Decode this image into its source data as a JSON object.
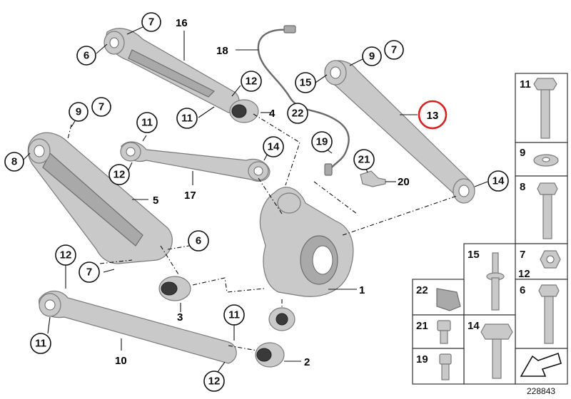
{
  "callouts": [
    {
      "id": "c7a",
      "label": "7"
    },
    {
      "id": "c16",
      "label": "16"
    },
    {
      "id": "c6a",
      "label": "6"
    },
    {
      "id": "c18",
      "label": "18"
    },
    {
      "id": "c9a",
      "label": "9"
    },
    {
      "id": "c7b",
      "label": "7"
    },
    {
      "id": "c15a",
      "label": "15"
    },
    {
      "id": "c12a",
      "label": "12"
    },
    {
      "id": "c11a",
      "label": "11"
    },
    {
      "id": "c4",
      "label": "4"
    },
    {
      "id": "c22",
      "label": "22"
    },
    {
      "id": "c13",
      "label": "13"
    },
    {
      "id": "c9b",
      "label": "9"
    },
    {
      "id": "c7c",
      "label": "7"
    },
    {
      "id": "c11b",
      "label": "11"
    },
    {
      "id": "c19",
      "label": "19"
    },
    {
      "id": "c8a",
      "label": "8"
    },
    {
      "id": "c14a",
      "label": "14"
    },
    {
      "id": "c21",
      "label": "21"
    },
    {
      "id": "c12b",
      "label": "12"
    },
    {
      "id": "c20",
      "label": "20"
    },
    {
      "id": "c17",
      "label": "17"
    },
    {
      "id": "c14b",
      "label": "14"
    },
    {
      "id": "c5",
      "label": "5"
    },
    {
      "id": "c6b",
      "label": "6"
    },
    {
      "id": "c12c",
      "label": "12"
    },
    {
      "id": "c7d",
      "label": "7"
    },
    {
      "id": "c1",
      "label": "1"
    },
    {
      "id": "c3",
      "label": "3"
    },
    {
      "id": "c11c",
      "label": "11"
    },
    {
      "id": "c11d",
      "label": "11"
    },
    {
      "id": "c10",
      "label": "10"
    },
    {
      "id": "c2",
      "label": "2"
    },
    {
      "id": "c12d",
      "label": "12"
    }
  ],
  "parts_table": {
    "cells": [
      {
        "id": "t11",
        "label": "11"
      },
      {
        "id": "t9",
        "label": "9"
      },
      {
        "id": "t8",
        "label": "8"
      },
      {
        "id": "t15",
        "label": "15"
      },
      {
        "id": "t7",
        "label": "7"
      },
      {
        "id": "t12",
        "label": "12"
      },
      {
        "id": "t22",
        "label": "22"
      },
      {
        "id": "t6",
        "label": "6"
      },
      {
        "id": "t21",
        "label": "21"
      },
      {
        "id": "t14",
        "label": "14"
      },
      {
        "id": "t19",
        "label": "19"
      }
    ]
  },
  "reference_number": "228843",
  "highlight": {
    "label": "13",
    "color": "#d9221f"
  }
}
